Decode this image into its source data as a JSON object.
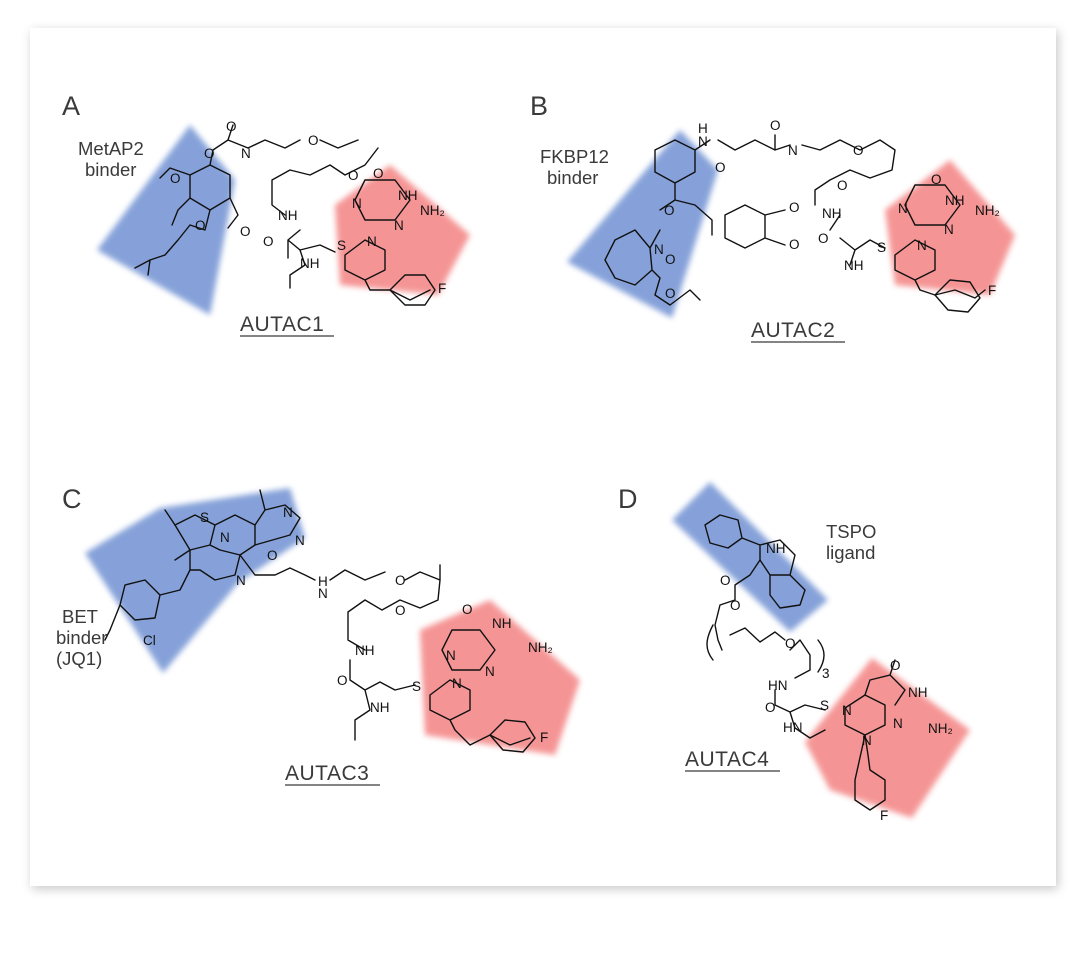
{
  "colors": {
    "ligand_blue": "#7c9ad6",
    "tag_red": "#f48c8c",
    "bond": "#111111"
  },
  "panels": [
    {
      "letter": "A",
      "binder_lines": [
        "MetAP2",
        "binder"
      ],
      "name": "AUTAC1"
    },
    {
      "letter": "B",
      "binder_lines": [
        "FKBP12",
        "binder"
      ],
      "name": "AUTAC2"
    },
    {
      "letter": "C",
      "binder_lines": [
        "BET",
        "binder",
        "(JQ1)"
      ],
      "name": "AUTAC3"
    },
    {
      "letter": "D",
      "binder_lines": [
        "TSPO",
        "ligand"
      ],
      "name": "AUTAC4"
    }
  ],
  "atoms": {
    "O": "O",
    "N": "N",
    "NH": "NH",
    "HN": "HN",
    "H": "H",
    "S": "S",
    "F": "F",
    "Cl": "Cl",
    "NH2": "NH₂",
    "sub3": "3"
  }
}
